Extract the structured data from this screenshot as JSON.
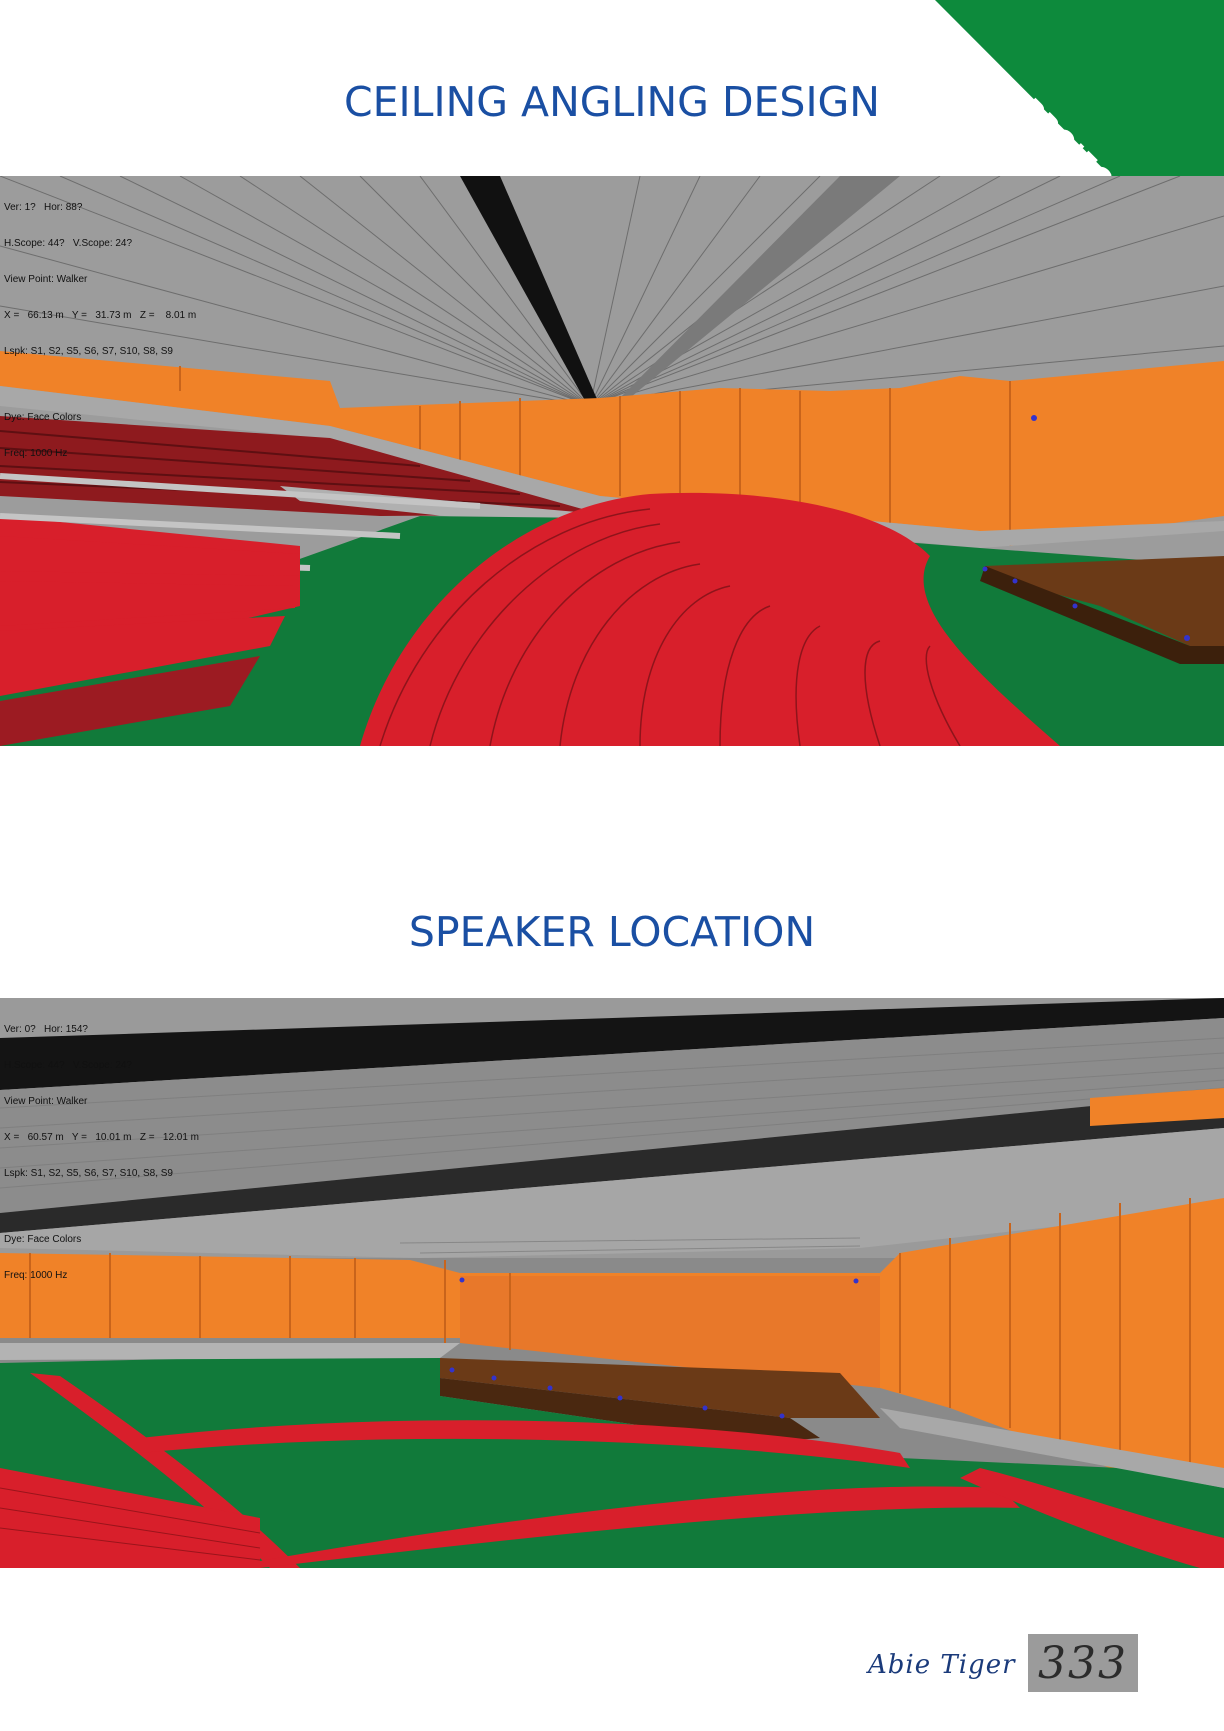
{
  "corner_banner": {
    "line1": "PROJECTS",
    "line2": "ANALYSIS",
    "color": "#0d8a3c"
  },
  "sections": [
    {
      "title": "CEILING ANGLING DESIGN",
      "hud": {
        "line1": "Ver: 1?   Hor: 88?",
        "line2": "H.Scope: 44?   V.Scope: 24?",
        "line3": "View Point: Walker",
        "line4": "X =   66.13 m   Y =   31.73 m   Z =    8.01 m",
        "line5": "Lspk: S1, S2, S5, S6, S7, S10, S8, S9",
        "line6": "Dye: Face Colors",
        "line7": "Freq: 1000 Hz"
      }
    },
    {
      "title": "SPEAKER LOCATION",
      "hud": {
        "line1": "Ver: 0?   Hor: 154?",
        "line2": "H.Scope: 44?   V.Scope: 24?",
        "line3": "View Point: Walker",
        "line4": "X =   60.57 m   Y =   10.01 m   Z =   12.01 m",
        "line5": "Lspk: S1, S2, S5, S6, S7, S10, S8, S9",
        "line6": "Dye: Face Colors",
        "line7": "Freq: 1000 Hz"
      }
    }
  ],
  "footer": {
    "signature": "Abie Tiger",
    "page_number": "333"
  },
  "colors": {
    "title_blue": "#1a4fa3",
    "wall_orange": "#f08228",
    "seat_red": "#d81f2b",
    "floor_green": "#117a3a",
    "stage_brown": "#6b3a17",
    "ceiling_gray": "#9a9a9a"
  }
}
